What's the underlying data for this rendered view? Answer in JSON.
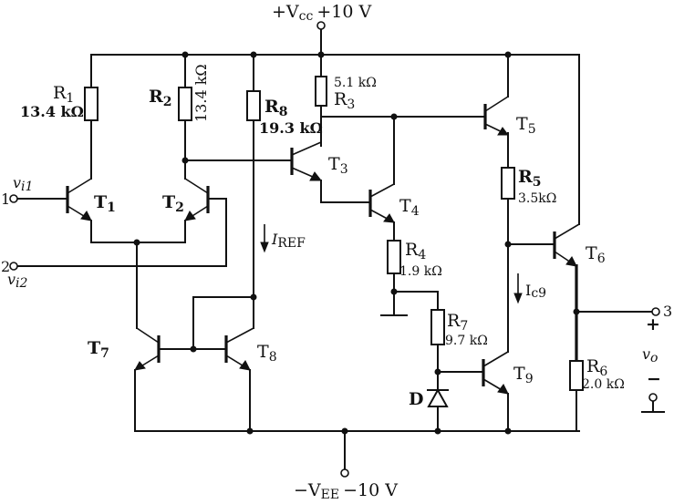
{
  "supply": {
    "vcc_label": "+V",
    "vcc_sub": "cc",
    "vcc_value": "+10 V",
    "vee_label": "−V",
    "vee_sub": "EE",
    "vee_value": "−10 V"
  },
  "resistors": {
    "r1": {
      "name": "R",
      "sub": "1",
      "value": "13.4 kΩ"
    },
    "r2": {
      "name": "R",
      "sub": "2",
      "value": "13.4 kΩ"
    },
    "r8": {
      "name": "R",
      "sub": "8",
      "value": "19.3 kΩ"
    },
    "r3": {
      "name": "R",
      "sub": "3",
      "value": "5.1 kΩ"
    },
    "r5": {
      "name": "R",
      "sub": "5",
      "value": "3.5kΩ"
    },
    "r4": {
      "name": "R",
      "sub": "4",
      "value": "1.9 kΩ"
    },
    "r7": {
      "name": "R",
      "sub": "7",
      "value": "9.7 kΩ"
    },
    "r6": {
      "name": "R",
      "sub": "6",
      "value": "2.0 kΩ"
    }
  },
  "transistors": {
    "t1": {
      "name": "T",
      "sub": "1"
    },
    "t2": {
      "name": "T",
      "sub": "2"
    },
    "t3": {
      "name": "T",
      "sub": "3"
    },
    "t4": {
      "name": "T",
      "sub": "4"
    },
    "t5": {
      "name": "T",
      "sub": "5"
    },
    "t6": {
      "name": "T",
      "sub": "6"
    },
    "t7": {
      "name": "T",
      "sub": "7"
    },
    "t8": {
      "name": "T",
      "sub": "8"
    },
    "t9": {
      "name": "T",
      "sub": "9"
    }
  },
  "diode": {
    "name": "D"
  },
  "inputs": {
    "in1": {
      "pin": "1",
      "label": "v",
      "sub": "i1"
    },
    "in2": {
      "pin": "2",
      "label": "v",
      "sub": "i2"
    }
  },
  "output": {
    "pin": "3",
    "label": "v",
    "sub": "o",
    "plus": "+",
    "minus": "−"
  },
  "currents": {
    "iref": {
      "label": "I",
      "sub": "REF"
    },
    "ic9": {
      "label": "I",
      "sub": "c9"
    }
  }
}
